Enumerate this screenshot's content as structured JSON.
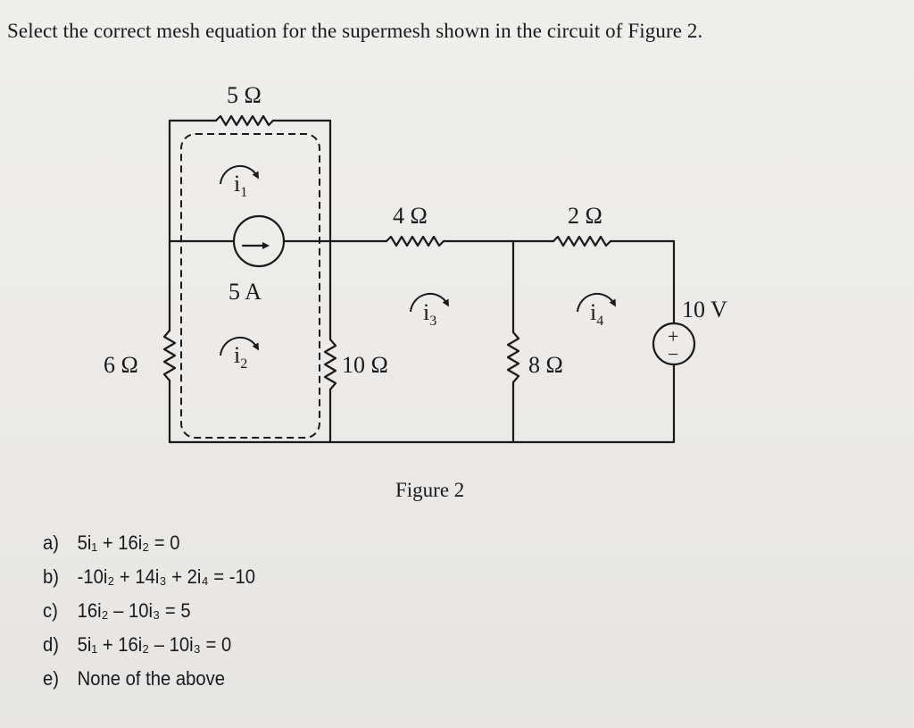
{
  "question": "Select the correct mesh equation for the supermesh shown in the circuit of Figure 2.",
  "figure_caption": "Figure 2",
  "circuit": {
    "resistors": {
      "top_left": "5 Ω",
      "left": "6 Ω",
      "middle_top": "4 Ω",
      "middle": "10 Ω",
      "right_top": "2 Ω",
      "right": "8 Ω"
    },
    "current_source": "5 A",
    "voltage_source": "10 V",
    "voltage_polarity": {
      "plus": "+",
      "minus": "−"
    },
    "mesh_currents": {
      "i1": {
        "base": "i",
        "sub": "1"
      },
      "i2": {
        "base": "i",
        "sub": "2"
      },
      "i3": {
        "base": "i",
        "sub": "3"
      },
      "i4": {
        "base": "i",
        "sub": "4"
      }
    }
  },
  "options": [
    {
      "letter": "a)",
      "text": "5i₁ + 16i₂ = 0"
    },
    {
      "letter": "b)",
      "text": "-10i₂ + 14i₃ + 2i₄ = -10"
    },
    {
      "letter": "c)",
      "text": "16i₂ – 10i₃ = 5"
    },
    {
      "letter": "d)",
      "text": "5i₁ + 16i₂ – 10i₃ = 0"
    },
    {
      "letter": "e)",
      "text": "None of the above"
    }
  ]
}
